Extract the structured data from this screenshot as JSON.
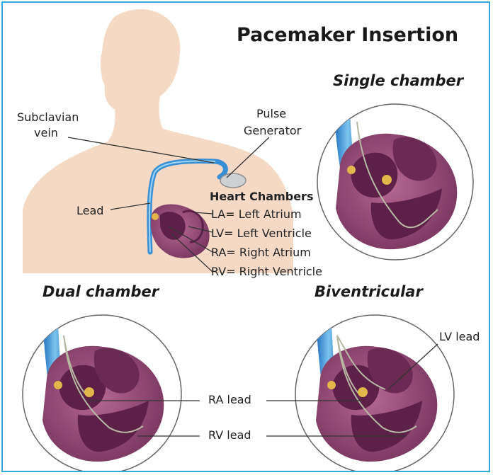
{
  "title": "Pacemaker Insertion",
  "panels": {
    "single": "Single chamber",
    "dual": "Dual chamber",
    "biv": "Biventricular"
  },
  "labels": {
    "subclavian_line1": "Subclavian",
    "subclavian_line2": "vein",
    "pulse_line1": "Pulse",
    "pulse_line2": "Generator",
    "lead": "Lead",
    "ra_lead": "RA lead",
    "rv_lead": "RV lead",
    "lv_lead": "LV lead"
  },
  "legend": {
    "title": "Heart Chambers",
    "items": [
      "LA= Left Atrium",
      "LV= Left Ventricle",
      "RA= Right Atrium",
      "RV= Right Ventricle"
    ]
  },
  "colors": {
    "border": "#33a9dd",
    "skin": "#f6d9c5",
    "heart_outer": "#9c4e7a",
    "heart_inner": "#6b2d55",
    "vessel": "#3a8fd3",
    "lead_wire": "#b7b9a3"
  }
}
